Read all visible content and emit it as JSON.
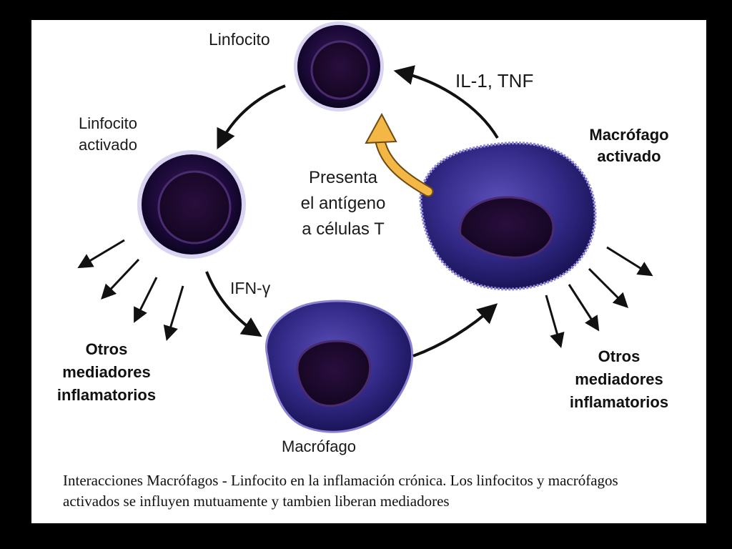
{
  "labels": {
    "linfocito": "Linfocito",
    "linfocito_activado_1": "Linfocito",
    "linfocito_activado_2": "activado",
    "il1_tnf": "IL-1, TNF",
    "macrofago_activado_1": "Macrófago",
    "macrofago_activado_2": "activado",
    "presenta_1": "Presenta",
    "presenta_2": "el antígeno",
    "presenta_3": "a células T",
    "ifn": "IFN-γ",
    "otros_left_1": "Otros",
    "otros_left_2": "mediadores",
    "otros_left_3": "inflamatorios",
    "otros_right_1": "Otros",
    "otros_right_2": "mediadores",
    "otros_right_3": "inflamatorios",
    "macrofago": "Macrófago"
  },
  "caption": "Interacciones Macrófagos - Linfocito en la inflamación crónica. Los linfocitos y macrófagos activados se influyen mutuamente y tambien liberan mediadores",
  "colors": {
    "background": "#000000",
    "panel": "#ffffff",
    "cell_dark": "#1c0a3a",
    "cell_mid": "#3a2a8a",
    "cell_light": "#6a5cc0",
    "arrow_black": "#111111",
    "arrow_yellow": "#f2b744"
  }
}
